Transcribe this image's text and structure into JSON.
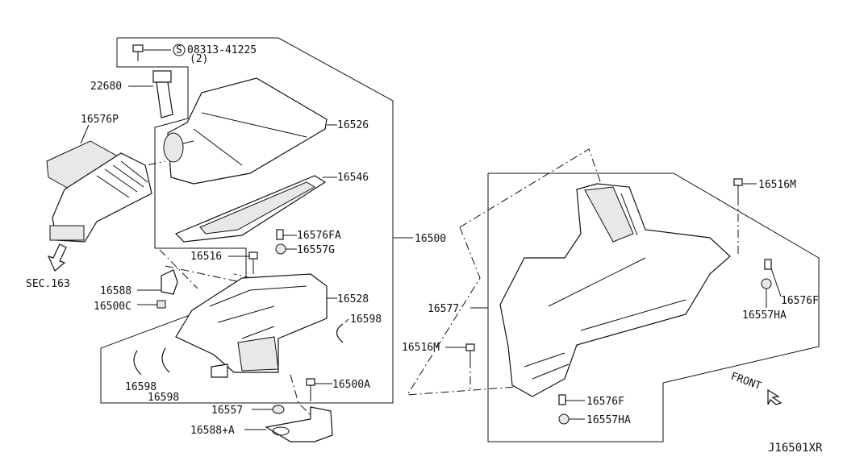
{
  "labels": {
    "bolt_spec": "08313-41225",
    "bolt_qty": "(2)",
    "p22680": "22680",
    "p16576P": "16576P",
    "p16526": "16526",
    "p16546": "16546",
    "p16576FA": "16576FA",
    "p16516": "16516",
    "p16557G": "16557G",
    "p16500": "16500",
    "sec163": "SEC.163",
    "p16588": "16588",
    "p16500C": "16500C",
    "p16528": "16528",
    "p16598_right": "16598",
    "p16598_a": "16598",
    "p16598_b": "16598",
    "p16500A": "16500A",
    "p16557": "16557",
    "p16588A": "16588+A",
    "p16516M_top": "16516M",
    "p16576F_right": "16576F",
    "p16557HA_right": "16557HA",
    "p16577": "16577",
    "p16516M_left": "16516M",
    "p16576F_bottom": "16576F",
    "p16557HA_bottom": "16557HA",
    "front": "FRONT",
    "diagram_code": "J16501XR"
  },
  "icons": {
    "s_mark": "S"
  }
}
